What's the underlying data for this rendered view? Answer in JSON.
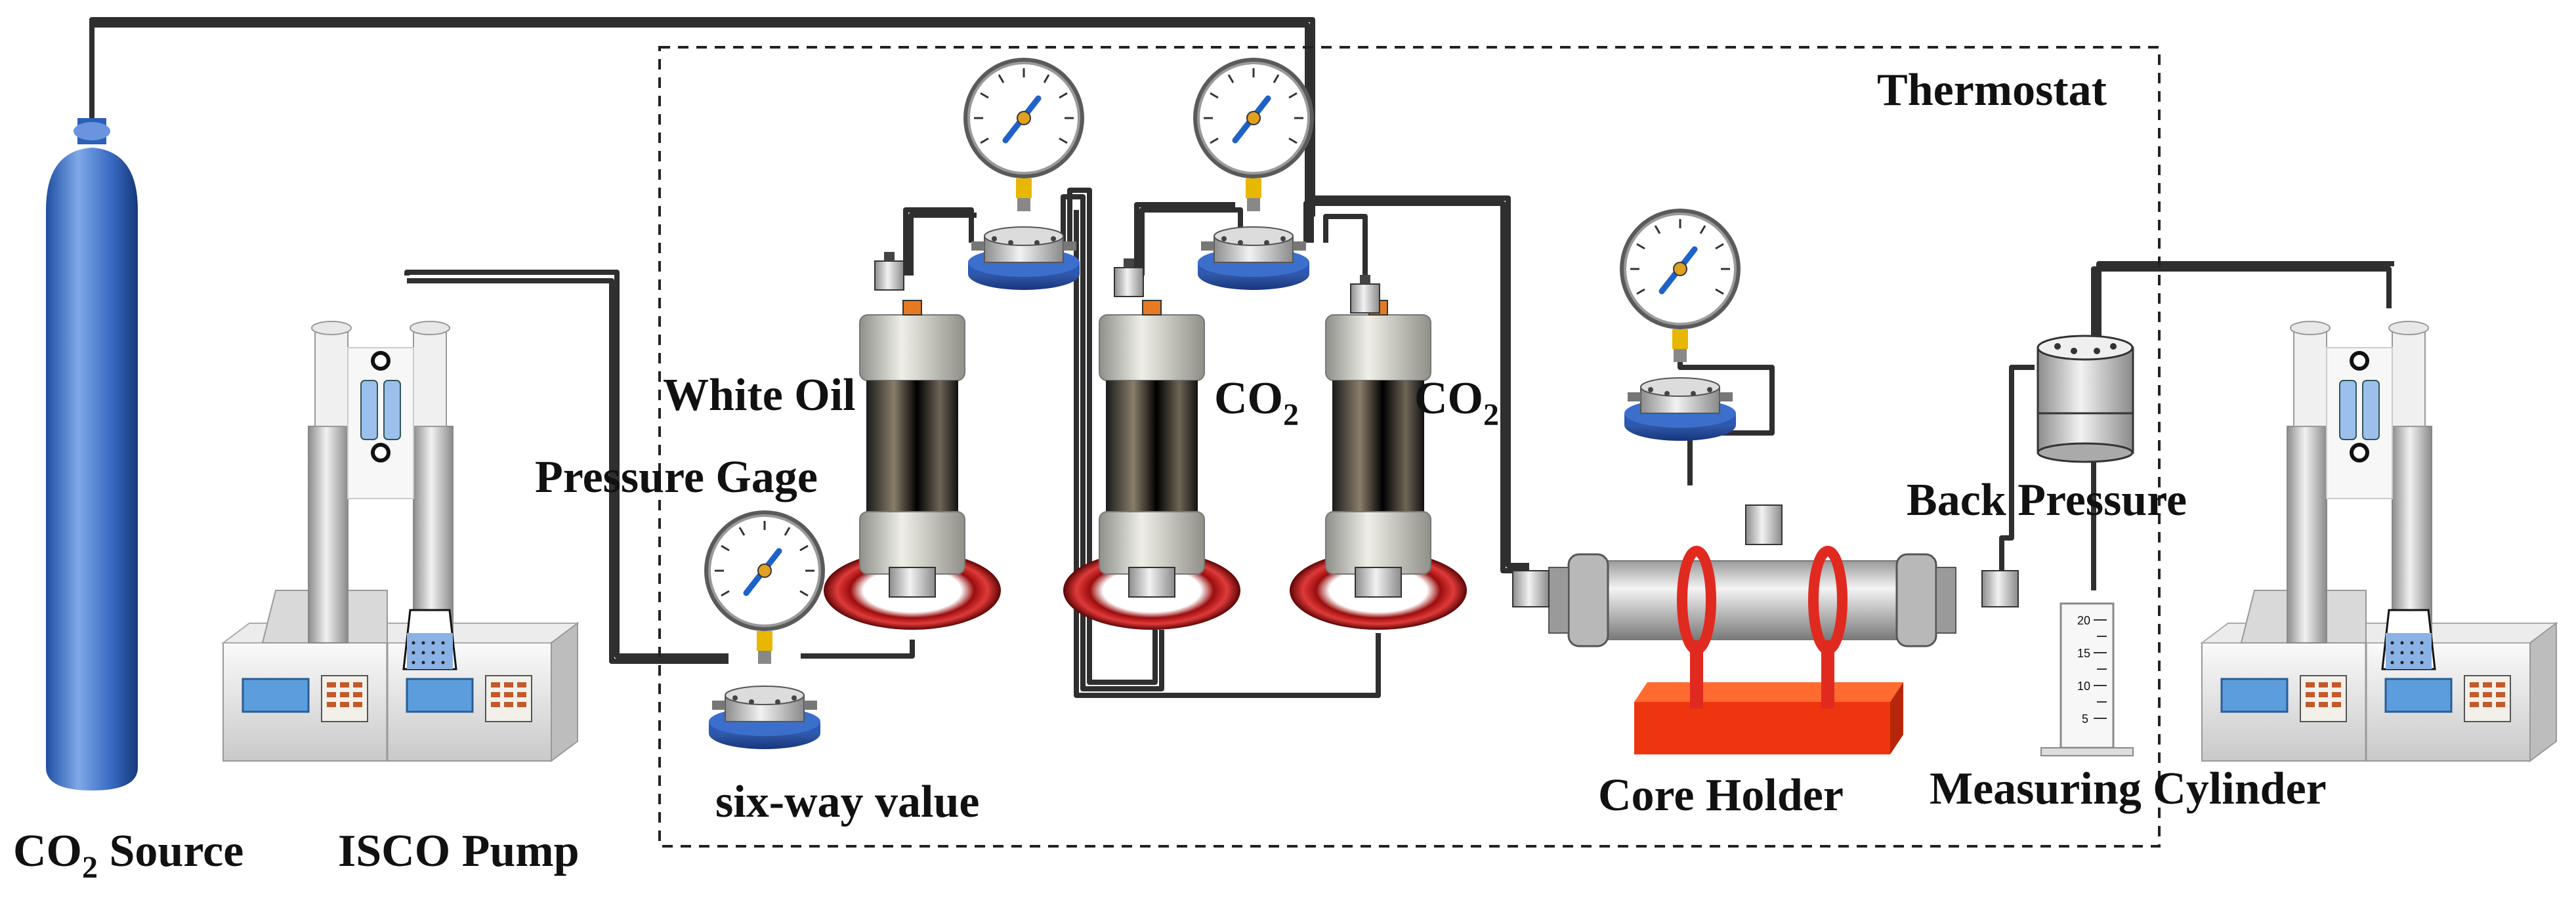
{
  "labels": {
    "thermostat": "Thermostat",
    "white_oil": "White Oil",
    "pressure_gage": "Pressure Gage",
    "co2_a_main": "CO",
    "co2_a_sub": "2",
    "co2_b_main": "CO",
    "co2_b_sub": "2",
    "six_way": "six-way value",
    "back_pressure": "Back Pressure",
    "core_holder": "Core Holder",
    "measuring_cylinder": "Measuring Cylinder",
    "co2_source_main": "CO",
    "co2_source_sub": "2",
    "co2_source_rest": " Source",
    "isco_pump": "ISCO Pump"
  },
  "cylinder_ticks": [
    "20",
    "15",
    "10",
    "5"
  ]
}
